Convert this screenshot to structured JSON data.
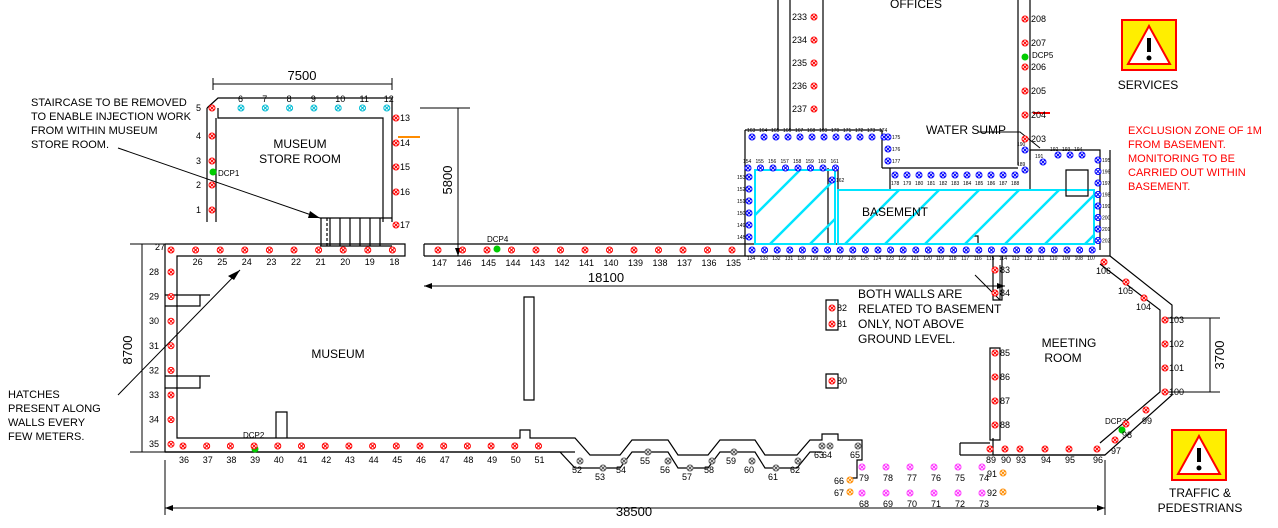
{
  "rooms": {
    "offices": "OFFICES",
    "museum_store_1": "MUSEUM",
    "museum_store_2": "STORE ROOM",
    "museum": "MUSEUM",
    "basement": "BASEMENT",
    "meeting_1": "MEETING",
    "meeting_2": "ROOM",
    "water_sump": "WATER SUMP"
  },
  "dimensions": {
    "d7500": "7500",
    "d5800": "5800",
    "d18100": "18100",
    "d8700": "8700",
    "d38500": "38500",
    "d3700": "3700"
  },
  "notes": {
    "staircase": [
      "STAIRCASE TO BE REMOVED",
      "TO ENABLE INJECTION WORK",
      "FROM WITHIN MUSEUM",
      "STORE ROOM."
    ],
    "hatches": [
      "HATCHES",
      "PRESENT ALONG",
      "WALLS EVERY",
      "FEW METERS."
    ],
    "both_walls": [
      "BOTH WALLS ARE",
      "RELATED TO BASEMENT",
      "ONLY, NOT ABOVE",
      "GROUND LEVEL."
    ],
    "exclusion": [
      "EXCLUSION ZONE OF 1M",
      "FROM BASEMENT.",
      "MONITORING TO BE",
      "CARRIED OUT WITHIN",
      "BASEMENT."
    ]
  },
  "signs": {
    "services": "SERVICES",
    "traffic_1": "TRAFFIC &",
    "traffic_2": "PEDESTRIANS"
  },
  "dcp": {
    "dcp1": "DCP1",
    "dcp2": "DCP2",
    "dcp3": "DCP3",
    "dcp4": "DCP4",
    "dcp5": "DCP5"
  },
  "points": {
    "store_left": [
      "1",
      "2",
      "3",
      "4",
      "5"
    ],
    "store_top": [
      "6",
      "7",
      "8",
      "9",
      "10",
      "11",
      "12"
    ],
    "store_right": [
      "13",
      "14",
      "15",
      "16",
      "17"
    ],
    "museum_top": [
      "27",
      "26",
      "25",
      "24",
      "23",
      "22",
      "21",
      "20",
      "19",
      "18"
    ],
    "museum_left": [
      "28",
      "29",
      "30",
      "31",
      "32",
      "33",
      "34",
      "35"
    ],
    "museum_bottom": [
      "36",
      "37",
      "38",
      "39",
      "40",
      "41",
      "42",
      "43",
      "44",
      "45",
      "46",
      "47",
      "48",
      "49",
      "50",
      "51"
    ],
    "facade": [
      "52",
      "53",
      "54",
      "55",
      "56",
      "57",
      "58",
      "59",
      "60",
      "61",
      "62",
      "63",
      "64",
      "65"
    ],
    "pink_row1": [
      "79",
      "78",
      "77",
      "76",
      "75",
      "74"
    ],
    "pink_row2": [
      "68",
      "69",
      "70",
      "71",
      "72",
      "73"
    ],
    "orange": [
      "66",
      "67",
      "91",
      "92"
    ],
    "corridor": [
      "147",
      "146",
      "145",
      "144",
      "143",
      "142",
      "141",
      "140",
      "139",
      "138",
      "137",
      "136",
      "135"
    ],
    "basement_bottom": [
      "134",
      "133",
      "132",
      "131",
      "130",
      "129",
      "128",
      "127",
      "126",
      "125",
      "124",
      "123",
      "122",
      "121",
      "120",
      "119",
      "118",
      "117",
      "116",
      "115",
      "114",
      "113",
      "112",
      "111",
      "110",
      "109",
      "108",
      "107"
    ],
    "basement_top": [
      "163",
      "164",
      "165",
      "166",
      "167",
      "168",
      "169",
      "170",
      "171",
      "172",
      "173",
      "174"
    ],
    "basement_mid": [
      "154",
      "155",
      "156",
      "157",
      "158",
      "159",
      "160",
      "161"
    ],
    "basement_left": [
      "153",
      "152",
      "151",
      "150",
      "149",
      "148"
    ],
    "basement_misc": [
      "175",
      "176",
      "177",
      "162"
    ],
    "basement_inner": [
      "178",
      "179",
      "180",
      "181",
      "182",
      "183",
      "184",
      "185",
      "186",
      "187",
      "188"
    ],
    "basement_right": [
      "195",
      "196",
      "197",
      "198",
      "199",
      "200",
      "201",
      "202"
    ],
    "basement_top2": [
      "190",
      "191",
      "192",
      "193",
      "194",
      "189"
    ],
    "offices_col": [
      "233",
      "234",
      "235",
      "236",
      "237"
    ],
    "offices_right": [
      "208",
      "207",
      "206",
      "205",
      "204",
      "203"
    ],
    "meeting_right": [
      "106",
      "105",
      "104",
      "103",
      "102",
      "101",
      "100",
      "99",
      "98",
      "97",
      "96",
      "95",
      "94",
      "93",
      "90",
      "89"
    ],
    "meeting_inner": [
      "85",
      "86",
      "87",
      "88",
      "83",
      "84",
      "82",
      "81",
      "80"
    ]
  },
  "colors": {
    "red_marker": "#ff0000",
    "blue_marker": "#0000ff",
    "cyan_hatch": "#00e5ff",
    "green_dcp": "#00cc00",
    "pink_marker": "#ff33ff",
    "orange_marker": "#ff8c00",
    "sign_yellow": "#ffee00",
    "sign_red": "#ff0000"
  },
  "icons": {
    "warning_sign": "warning-triangle-icon"
  }
}
